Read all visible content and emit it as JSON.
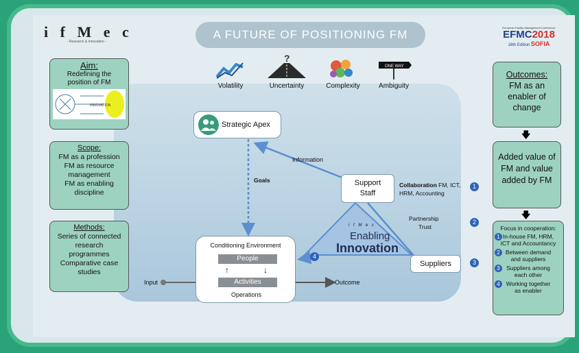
{
  "header": {
    "logo": "i f M e c",
    "logo_sub": "- Research & Innovation -",
    "title": "A FUTURE OF POSITIONING FM",
    "efmc_small": "European Facility Management Conference",
    "efmc_big": "EFMC",
    "efmc_year": "2018",
    "efmc_edition": "16th Edition",
    "efmc_city": "SOFIA"
  },
  "left": {
    "aim_title": "Aim:",
    "aim_text": "Redefining the position of FM",
    "aim_img_label": "INNOVATION",
    "scope_title": "Scope:",
    "scope_lines": [
      "FM as a profession",
      "FM as resource",
      "management",
      "FM as enabling",
      "discipline"
    ],
    "methods_title": "Methods:",
    "methods_lines": [
      "Series of connected",
      "research",
      "programmes",
      "Comparative case",
      "studies"
    ]
  },
  "vuca": [
    "Volatility",
    "Uncertainty",
    "Complexity",
    "Ambiguity"
  ],
  "vuca_sign": "ONE WAY",
  "diagram": {
    "apex": "Strategic Apex",
    "goals": "Goals",
    "information": "Information",
    "support_1": "Support",
    "support_2": "Staff",
    "collab_bold": "Collaboration",
    "collab_1": "FM, ICT,",
    "collab_2": "HRM, Accounting",
    "partnership": "Partnership",
    "trust": "Trust",
    "enabling": "Enabling",
    "innovation": "Innovation",
    "triangle_logo": "i f M e c",
    "suppliers": "Suppliers",
    "cond_env": "Conditioning Environment",
    "people": "People",
    "activities": "Activities",
    "operations": "Operations",
    "input": "Input",
    "outcome": "Outcome",
    "n1": "1",
    "n2": "2",
    "n3": "3",
    "n4": "4"
  },
  "right": {
    "outcomes_title": "Outcomes:",
    "outcomes_lines": [
      "FM as an",
      "enabler of",
      "change"
    ],
    "added_lines": [
      "Added value of",
      "FM and value",
      "added by FM"
    ],
    "focus_title": "Focus in cooperation:",
    "focus_items": [
      {
        "n": "1",
        "lines": [
          "In-house FM, HRM,",
          "ICT and Accountancy"
        ]
      },
      {
        "n": "2",
        "lines": [
          "Between demand",
          "and suppliers"
        ]
      },
      {
        "n": "3",
        "lines": [
          "Suppliers among",
          "each other"
        ]
      },
      {
        "n": "4",
        "lines": [
          "Working together",
          "as enabler"
        ]
      }
    ]
  },
  "colors": {
    "frame": "#2aa37a",
    "box": "#9ed2c0",
    "accent": "#2f63b8"
  }
}
